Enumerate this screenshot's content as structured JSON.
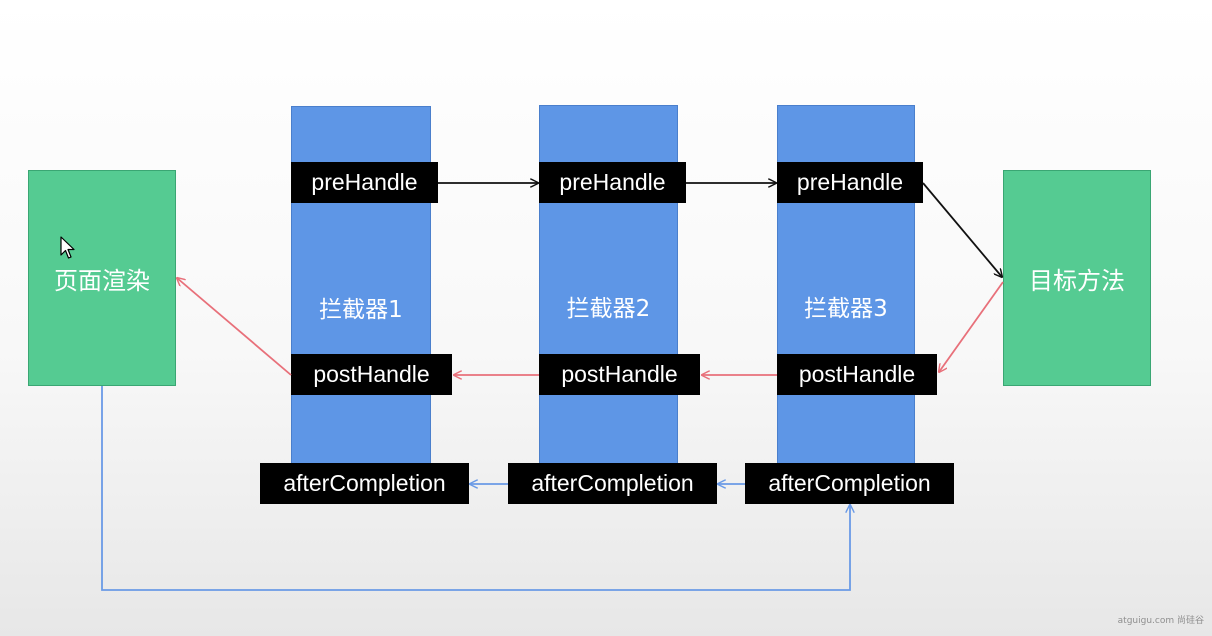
{
  "left_box": {
    "label": "页面渲染"
  },
  "right_box": {
    "label": "目标方法"
  },
  "interceptors": [
    {
      "title": "拦截器1",
      "pre": "preHandle",
      "post": "postHandle",
      "after": "afterCompletion"
    },
    {
      "title": "拦截器2",
      "pre": "preHandle",
      "post": "postHandle",
      "after": "afterCompletion"
    },
    {
      "title": "拦截器3",
      "pre": "preHandle",
      "post": "postHandle",
      "after": "afterCompletion"
    }
  ],
  "colors": {
    "interceptor_fill": "#5e96e6",
    "box_fill": "#55cb92",
    "pre_arrow": "#111111",
    "post_arrow": "#e8707a",
    "after_arrow": "#6a9ae6"
  },
  "watermark": "atguigu.com 尚硅谷"
}
